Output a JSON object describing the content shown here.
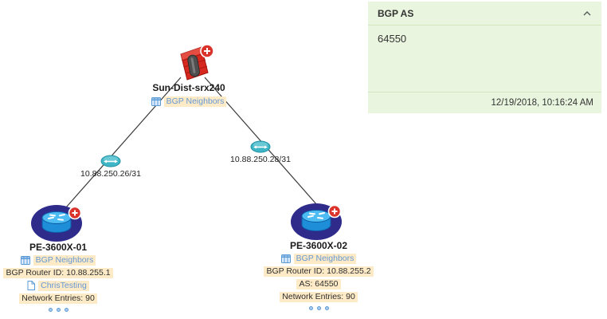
{
  "topology": {
    "firewall": {
      "name": "Sun-Dist-srx240",
      "bgp_neighbors_label": "BGP Neighbors"
    },
    "links": [
      {
        "label": "10.88.250.26/31"
      },
      {
        "label": "10.88.250.28/31"
      }
    ],
    "routers": [
      {
        "name": "PE-3600X-01",
        "rows": {
          "bgp_neighbors": "BGP Neighbors",
          "router_id": "BGP Router ID: 10.88.255.1",
          "config_doc": "ChrisTesting",
          "network_entries": "Network Entries: 90"
        }
      },
      {
        "name": "PE-3600X-02",
        "rows": {
          "bgp_neighbors": "BGP Neighbors",
          "router_id": "BGP Router ID: 10.88.255.2",
          "as": "AS: 64550",
          "network_entries": "Network Entries: 90"
        }
      }
    ]
  },
  "panel": {
    "title": "BGP AS",
    "value": "64550",
    "timestamp": "12/19/2018, 10:16:24 AM"
  },
  "colors": {
    "annotation_highlight": "#fdeac6",
    "link_text_blue": "#6699d6",
    "panel_background": "#e9f5de",
    "panel_divider": "#d2e6bf",
    "badge_red": "#d9332b",
    "interface_teal": "#3fb6c6",
    "router_disc_navy": "#2e2b8b"
  }
}
